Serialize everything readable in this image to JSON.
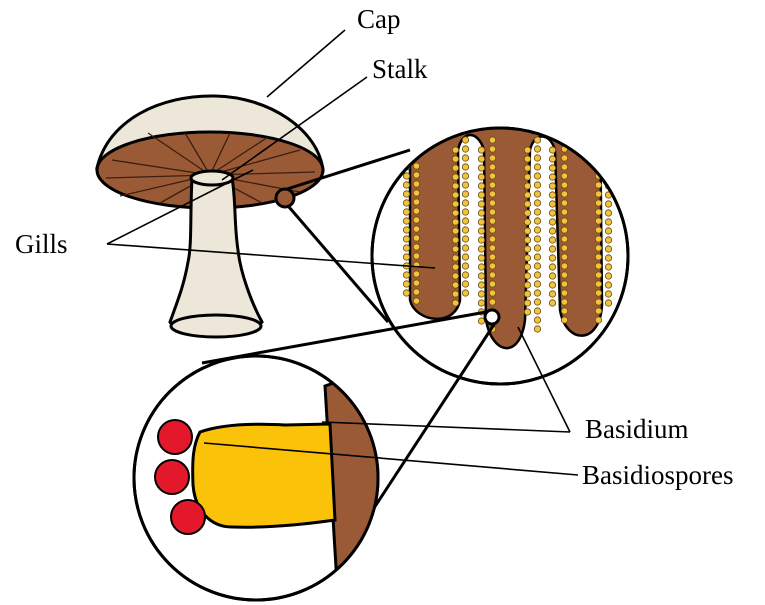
{
  "labels": {
    "cap": "Cap",
    "stalk": "Stalk",
    "gills": "Gills",
    "basidium": "Basidium",
    "basidiospores": "Basidiospores"
  },
  "colors": {
    "cap_top": "#ece7d9",
    "gill_brown": "#9b5a36",
    "stalk": "#ece7d9",
    "spore_yellow": "#f0c43c",
    "basidium_fill": "#fbc20a",
    "spore_red": "#e3182a",
    "outline": "#000000"
  }
}
